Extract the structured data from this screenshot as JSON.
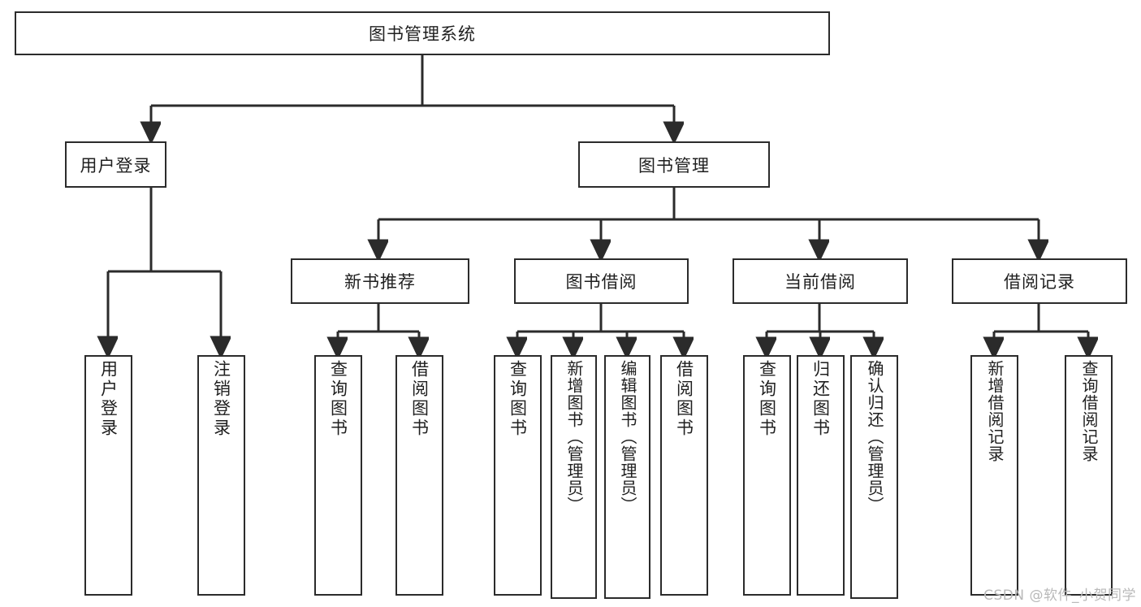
{
  "diagram": {
    "title": "图书管理系统",
    "type": "hierarchy-tree",
    "watermark": "CSDN @软件_小贺同学",
    "colors": {
      "stroke": "#2b2b2b",
      "fill": "#ffffff",
      "text": "#1f1f1f",
      "watermark": "#b9b9b9"
    },
    "nodes": {
      "root": {
        "label": "图书管理系统",
        "level": 1,
        "orientation": "horizontal"
      },
      "user_login": {
        "label": "用户登录",
        "level": 2,
        "orientation": "horizontal"
      },
      "book_manage": {
        "label": "图书管理",
        "level": 2,
        "orientation": "horizontal"
      },
      "new_book_rec": {
        "label": "新书推荐",
        "level": 3,
        "orientation": "horizontal"
      },
      "book_borrow": {
        "label": "图书借阅",
        "level": 3,
        "orientation": "horizontal"
      },
      "current_borrow": {
        "label": "当前借阅",
        "level": 3,
        "orientation": "horizontal"
      },
      "borrow_record": {
        "label": "借阅记录",
        "level": 3,
        "orientation": "horizontal"
      },
      "leaf_user_login": {
        "label": "用户登录",
        "level": 4,
        "orientation": "vertical",
        "parent": "用户登录"
      },
      "leaf_user_logout": {
        "label": "注销登录",
        "level": 4,
        "orientation": "vertical",
        "parent": "用户登录"
      },
      "leaf_rec_query": {
        "label": "查询图书",
        "level": 4,
        "orientation": "vertical",
        "parent": "新书推荐"
      },
      "leaf_rec_borrow": {
        "label": "借阅图书",
        "level": 4,
        "orientation": "vertical",
        "parent": "新书推荐"
      },
      "leaf_bb_query": {
        "label": "查询图书",
        "level": 4,
        "orientation": "vertical",
        "parent": "图书借阅"
      },
      "leaf_bb_add": {
        "label": "新增图书（管理员）",
        "level": 4,
        "orientation": "vertical",
        "parent": "图书借阅"
      },
      "leaf_bb_edit": {
        "label": "编辑图书（管理员）",
        "level": 4,
        "orientation": "vertical",
        "parent": "图书借阅"
      },
      "leaf_bb_borrow": {
        "label": "借阅图书",
        "level": 4,
        "orientation": "vertical",
        "parent": "图书借阅"
      },
      "leaf_cb_query": {
        "label": "查询图书",
        "level": 4,
        "orientation": "vertical",
        "parent": "当前借阅"
      },
      "leaf_cb_return": {
        "label": "归还图书",
        "level": 4,
        "orientation": "vertical",
        "parent": "当前借阅"
      },
      "leaf_cb_confirm": {
        "label": "确认归还（管理员）",
        "level": 4,
        "orientation": "vertical",
        "parent": "当前借阅"
      },
      "leaf_br_add": {
        "label": "新增借阅记录",
        "level": 4,
        "orientation": "vertical",
        "parent": "借阅记录"
      },
      "leaf_br_query": {
        "label": "查询借阅记录",
        "level": 4,
        "orientation": "vertical",
        "parent": "借阅记录"
      }
    }
  }
}
